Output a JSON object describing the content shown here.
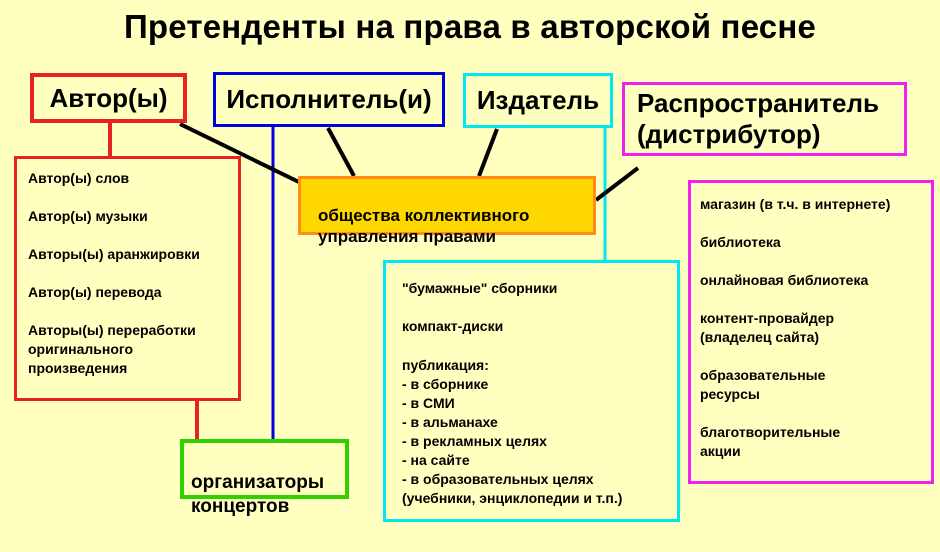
{
  "title": "Претенденты на права в авторской песне",
  "colors": {
    "background": "#ffffc0",
    "author": "#e8231f",
    "performer": "#0000e0",
    "publisher": "#00e8f0",
    "distributor": "#f020f0",
    "organizers": "#30d000",
    "society_fill": "#ffd700",
    "society_border": "#ff8c1a"
  },
  "headers": {
    "author": "Автор(ы)",
    "performer": "Исполнитель(и)",
    "publisher": "Издатель",
    "distributor": "Распространитель\n(дистрибутор)"
  },
  "author_list": [
    "Автор(ы) слов",
    "Автор(ы) музыки",
    "Авторы(ы) аранжировки",
    "Автор(ы) перевода",
    "Авторы(ы) переработки\nоригинального\nпроизведения"
  ],
  "society": "общества коллективного\nуправления правами",
  "publisher_list": {
    "item1": "\"бумажные\" сборники",
    "item2": "компакт-диски",
    "publication_label": "публикация:",
    "publication_items": [
      "- в сборнике",
      "- в СМИ",
      "- в альманахе",
      "- в рекламных целях",
      "- на сайте",
      "- в образовательных целях",
      "(учебники, энциклопедии и т.п.)"
    ]
  },
  "distributor_list": [
    "магазин (в т.ч. в интернете)",
    "библиотека",
    "онлайновая библиотека",
    "контент-провайдер\n(владелец сайта)",
    "образовательные\nресурсы",
    "благотворительные\nакции"
  ],
  "organizers": "организаторы\nконцертов"
}
